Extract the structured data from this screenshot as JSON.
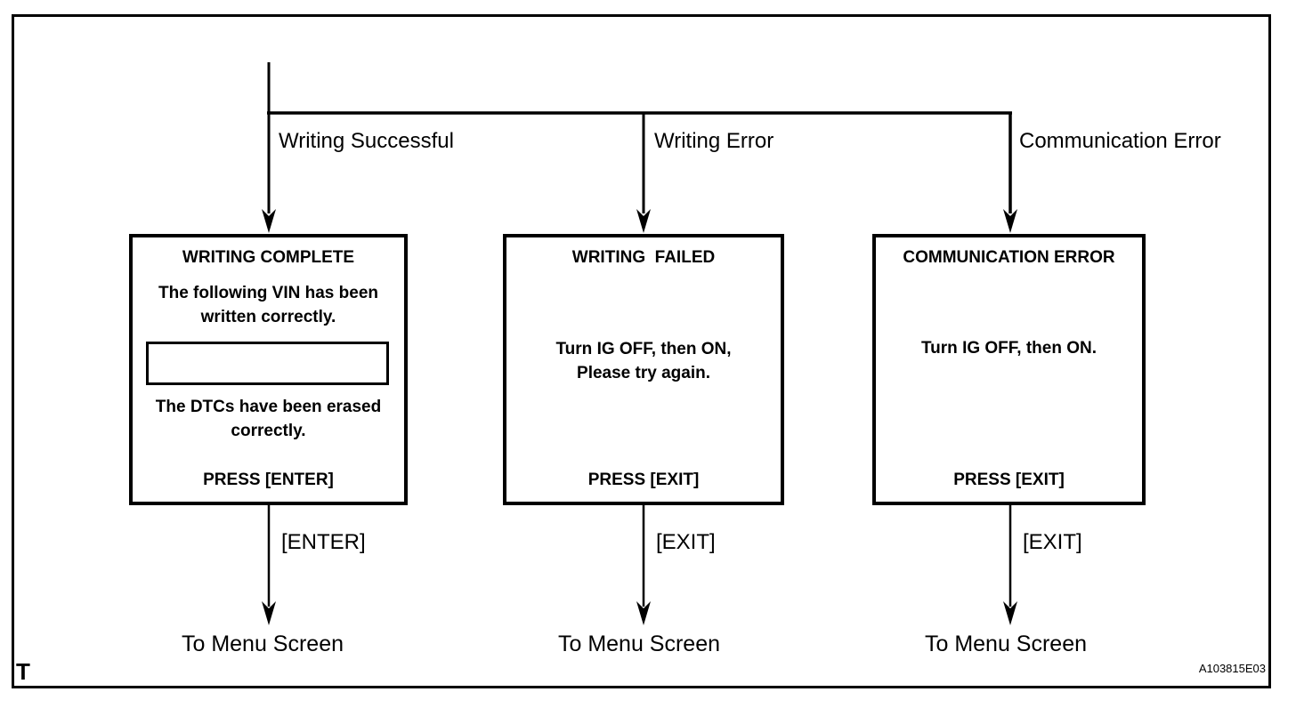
{
  "branches": [
    {
      "label": "Writing Successful",
      "key_label": "[ENTER]",
      "destination": "To Menu Screen",
      "box": {
        "title": "WRITING COMPLETE",
        "body_top": "The following VIN has been\nwritten correctly.",
        "vin_field_value": "",
        "body_bottom": "The DTCs have been erased\ncorrectly.",
        "press": "PRESS [ENTER]"
      }
    },
    {
      "label": "Writing Error",
      "key_label": "[EXIT]",
      "destination": "To Menu Screen",
      "box": {
        "title": "WRITING  FAILED",
        "body": "Turn IG OFF, then ON,\nPlease try again.",
        "press": "PRESS [EXIT]"
      }
    },
    {
      "label": "Communication Error",
      "key_label": "[EXIT]",
      "destination": "To Menu Screen",
      "box": {
        "title": "COMMUNICATION ERROR",
        "body": "Turn IG OFF, then ON.",
        "press": "PRESS [EXIT]"
      }
    }
  ],
  "footer": {
    "page_marker": "T",
    "figure_code": "A103815E03"
  },
  "colors": {
    "ink": "#000000",
    "paper": "#ffffff"
  }
}
